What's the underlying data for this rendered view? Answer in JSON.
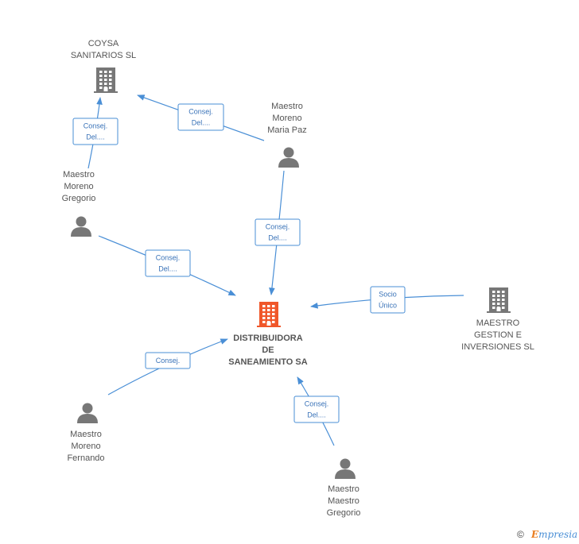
{
  "colors": {
    "edge": "#4a8fd6",
    "node": "#777777",
    "main_node": "#f0572a",
    "label": "#555555"
  },
  "nodes": [
    {
      "id": "coysa",
      "type": "company",
      "icon": "building-icon",
      "lines": [
        "COYSA",
        "SANITARIOS SL"
      ],
      "main": false
    },
    {
      "id": "paz",
      "type": "person",
      "icon": "person-icon",
      "lines": [
        "Maestro",
        "Moreno",
        "Maria Paz"
      ],
      "main": false
    },
    {
      "id": "gregorio1",
      "type": "person",
      "icon": "person-icon",
      "lines": [
        "Maestro",
        "Moreno",
        "Gregorio"
      ],
      "main": false
    },
    {
      "id": "distribuidora",
      "type": "company",
      "icon": "building-icon",
      "lines": [
        "DISTRIBUIDORA",
        "DE",
        "SANEAMIENTO SA"
      ],
      "main": true
    },
    {
      "id": "gestion",
      "type": "company",
      "icon": "building-icon",
      "lines": [
        "MAESTRO",
        "GESTION E",
        "INVERSIONES SL"
      ],
      "main": false
    },
    {
      "id": "fernando",
      "type": "person",
      "icon": "person-icon",
      "lines": [
        "Maestro",
        "Moreno",
        "Fernando"
      ],
      "main": false
    },
    {
      "id": "gregorio2",
      "type": "person",
      "icon": "person-icon",
      "lines": [
        "Maestro",
        "Maestro",
        "Gregorio"
      ],
      "main": false
    }
  ],
  "edges": [
    {
      "id": "e1",
      "from": "gregorio1",
      "to": "coysa",
      "lines": [
        "Consej.",
        "Del...."
      ]
    },
    {
      "id": "e2",
      "from": "paz",
      "to": "coysa",
      "lines": [
        "Consej.",
        "Del...."
      ]
    },
    {
      "id": "e3",
      "from": "paz",
      "to": "distribuidora",
      "lines": [
        "Consej.",
        "Del...."
      ]
    },
    {
      "id": "e4",
      "from": "gregorio1",
      "to": "distribuidora",
      "lines": [
        "Consej.",
        "Del...."
      ]
    },
    {
      "id": "e5",
      "from": "gestion",
      "to": "distribuidora",
      "lines": [
        "Socio",
        "Único"
      ]
    },
    {
      "id": "e6",
      "from": "fernando",
      "to": "distribuidora",
      "lines": [
        "Consej."
      ]
    },
    {
      "id": "e7",
      "from": "gregorio2",
      "to": "distribuidora",
      "lines": [
        "Consej.",
        "Del...."
      ]
    }
  ],
  "footer": {
    "copyright": "©",
    "brand_first": "E",
    "brand_rest": "mpresia"
  }
}
